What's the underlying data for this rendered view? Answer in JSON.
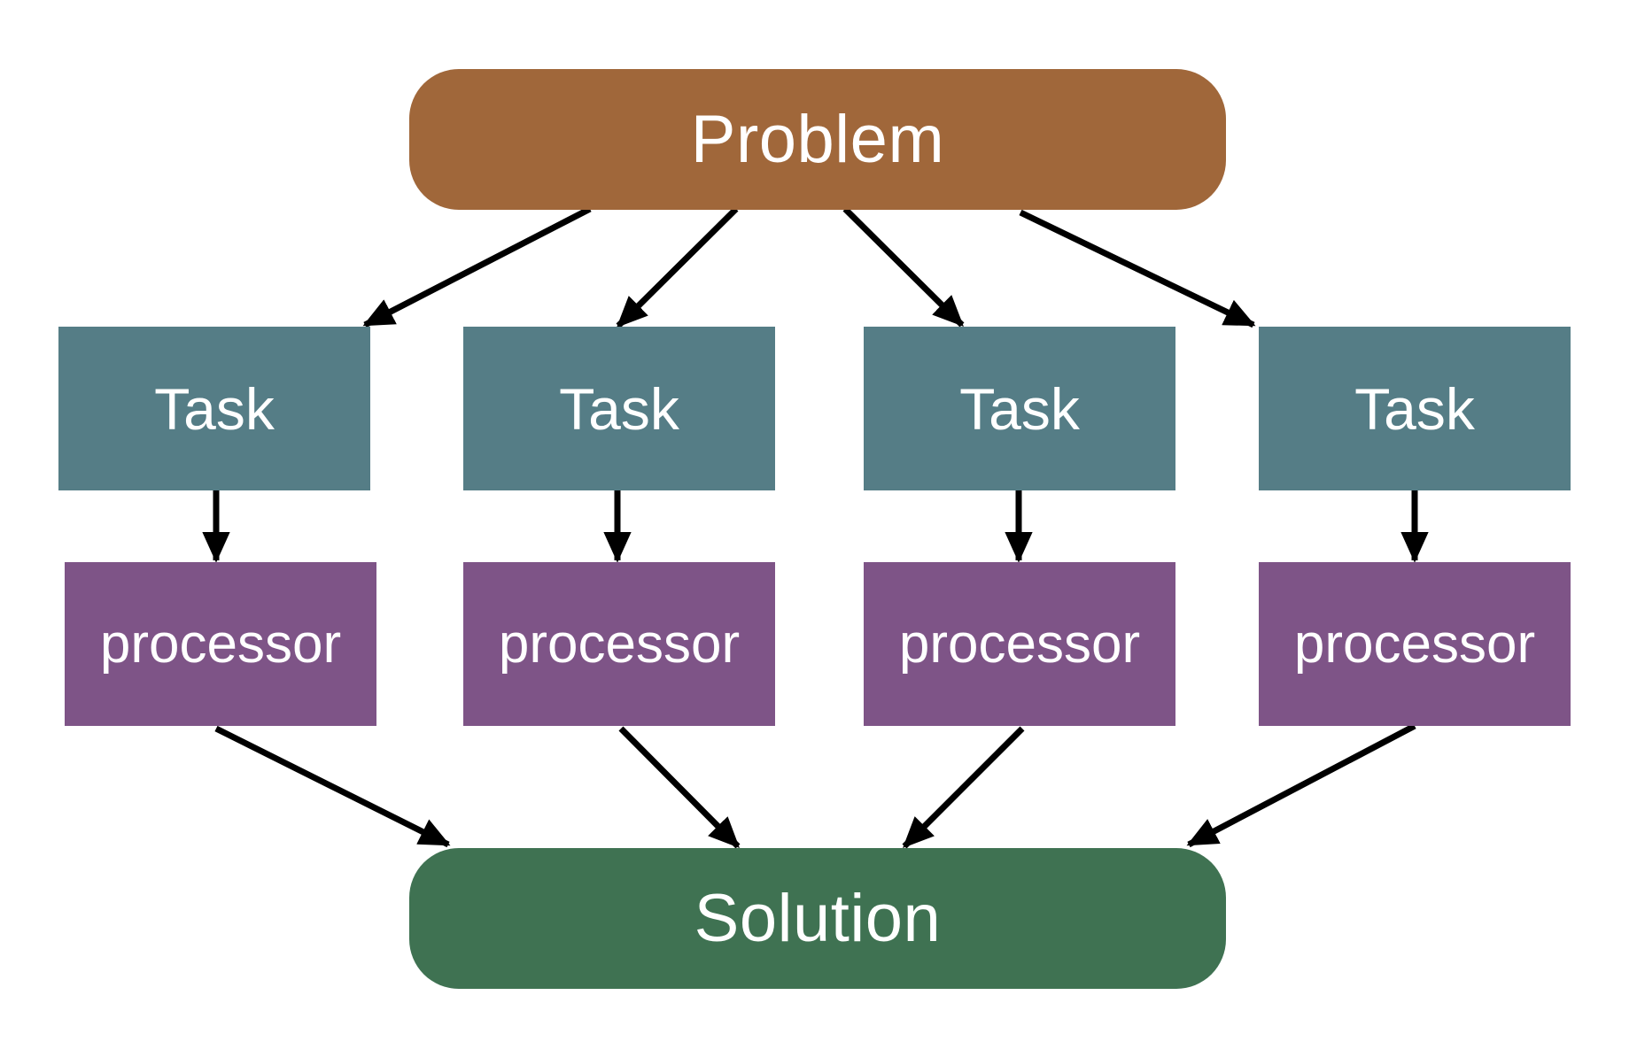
{
  "diagram": {
    "problem": {
      "label": "Problem",
      "color": "#A0673A"
    },
    "solution": {
      "label": "Solution",
      "color": "#3F7252"
    },
    "tasks": [
      {
        "label": "Task"
      },
      {
        "label": "Task"
      },
      {
        "label": "Task"
      },
      {
        "label": "Task"
      }
    ],
    "processors": [
      {
        "label": "processor"
      },
      {
        "label": "processor"
      },
      {
        "label": "processor"
      },
      {
        "label": "processor"
      }
    ],
    "task_color": "#557D86",
    "processor_color": "#7E5487",
    "arrow_color": "#000000",
    "edges": [
      {
        "from": "Problem",
        "to": "Task 1"
      },
      {
        "from": "Problem",
        "to": "Task 2"
      },
      {
        "from": "Problem",
        "to": "Task 3"
      },
      {
        "from": "Problem",
        "to": "Task 4"
      },
      {
        "from": "Task 1",
        "to": "processor 1"
      },
      {
        "from": "Task 2",
        "to": "processor 2"
      },
      {
        "from": "Task 3",
        "to": "processor 3"
      },
      {
        "from": "Task 4",
        "to": "processor 4"
      },
      {
        "from": "processor 1",
        "to": "Solution"
      },
      {
        "from": "processor 2",
        "to": "Solution"
      },
      {
        "from": "processor 3",
        "to": "Solution"
      },
      {
        "from": "processor 4",
        "to": "Solution"
      }
    ]
  }
}
